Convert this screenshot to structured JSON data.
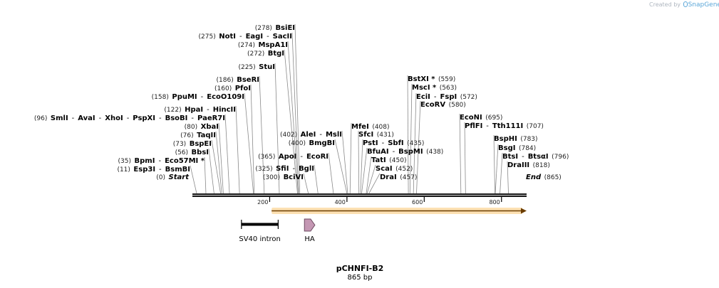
{
  "credit": {
    "prefix": "Created by",
    "brand": "SnapGene"
  },
  "plasmid": {
    "name": "pCHNFI-B2",
    "length_label": "865 bp"
  },
  "sequence_length": 865,
  "ruler": {
    "ticks": [
      200,
      400,
      600,
      800
    ]
  },
  "sites": [
    {
      "row": [
        "Start"
      ],
      "pos": 0,
      "left": true
    },
    {
      "row": [
        "Esp3I",
        "BsmBI"
      ],
      "pos": 11,
      "left": true
    },
    {
      "row": [
        "BpmI",
        "Eco57MI *"
      ],
      "pos": 35,
      "left": true
    },
    {
      "row": [
        "BbsI"
      ],
      "pos": 56,
      "left": true
    },
    {
      "row": [
        "BspEI"
      ],
      "pos": 73,
      "left": true
    },
    {
      "row": [
        "TaqII"
      ],
      "pos": 76,
      "left": true
    },
    {
      "row": [
        "XbaI"
      ],
      "pos": 80,
      "left": true
    },
    {
      "row": [
        "SmlI",
        "AvaI",
        "XhoI",
        "PspXI",
        "BsoBI",
        "PaeR7I"
      ],
      "pos": 96,
      "left": true
    },
    {
      "row": [
        "HpaI",
        "HincII"
      ],
      "pos": 122,
      "left": true
    },
    {
      "row": [
        "PpuMI",
        "EcoO109I"
      ],
      "pos": 158,
      "left": true
    },
    {
      "row": [
        "PfoI"
      ],
      "pos": 160,
      "left": true
    },
    {
      "row": [
        "BseRI"
      ],
      "pos": 186,
      "left": true
    },
    {
      "row": [
        "StuI"
      ],
      "pos": 225,
      "left": true
    },
    {
      "row": [
        "BtgI"
      ],
      "pos": 272,
      "left": true
    },
    {
      "row": [
        "MspA1I"
      ],
      "pos": 274,
      "left": true
    },
    {
      "row": [
        "NotI",
        "EagI",
        "SacII"
      ],
      "pos": 275,
      "left": true
    },
    {
      "row": [
        "BsiEI"
      ],
      "pos": 278,
      "left": true
    },
    {
      "row": [
        "BciVI"
      ],
      "pos": 300,
      "left": true
    },
    {
      "row": [
        "SfiI",
        "BglI"
      ],
      "pos": 325,
      "left": true
    },
    {
      "row": [
        "ApoI",
        "EcoRI"
      ],
      "pos": 365,
      "left": true
    },
    {
      "row": [
        "BmgBI"
      ],
      "pos": 400,
      "left": true
    },
    {
      "row": [
        "AleI",
        "MslI"
      ],
      "pos": 402,
      "left": true
    },
    {
      "row": [
        "MfeI"
      ],
      "pos": 408,
      "left": false
    },
    {
      "row": [
        "SfcI"
      ],
      "pos": 431,
      "left": false
    },
    {
      "row": [
        "PstI",
        "SbfI"
      ],
      "pos": 435,
      "left": false
    },
    {
      "row": [
        "BfuAI",
        "BspMI"
      ],
      "pos": 438,
      "left": false
    },
    {
      "row": [
        "TatI"
      ],
      "pos": 450,
      "left": false
    },
    {
      "row": [
        "ScaI"
      ],
      "pos": 452,
      "left": false
    },
    {
      "row": [
        "DraI"
      ],
      "pos": 457,
      "left": false
    },
    {
      "row": [
        "BstXI *"
      ],
      "pos": 559,
      "left": false
    },
    {
      "row": [
        "MscI *"
      ],
      "pos": 563,
      "left": false
    },
    {
      "row": [
        "EciI",
        "FspI"
      ],
      "pos": 572,
      "left": false
    },
    {
      "row": [
        "EcoRV"
      ],
      "pos": 580,
      "left": false
    },
    {
      "row": [
        "EcoNI"
      ],
      "pos": 695,
      "left": false
    },
    {
      "row": [
        "PflFI",
        "Tth111I"
      ],
      "pos": 707,
      "left": false
    },
    {
      "row": [
        "BspHI"
      ],
      "pos": 783,
      "left": false
    },
    {
      "row": [
        "BsgI"
      ],
      "pos": 784,
      "left": false
    },
    {
      "row": [
        "BtsI",
        "BtsαI"
      ],
      "pos": 796,
      "left": false
    },
    {
      "row": [
        "DraIII"
      ],
      "pos": 818,
      "left": false
    },
    {
      "row": [
        "End"
      ],
      "pos": 865,
      "left": false
    }
  ],
  "features": [
    {
      "name": "SV40 intron",
      "start": 127,
      "end": 222,
      "kind": "bar",
      "color": "#000000"
    },
    {
      "name": "HA",
      "start": 290,
      "end": 317,
      "kind": "arrow",
      "color": "#c497b3"
    }
  ],
  "orf": {
    "start": 205,
    "end": 865,
    "color": "#f5a623"
  }
}
